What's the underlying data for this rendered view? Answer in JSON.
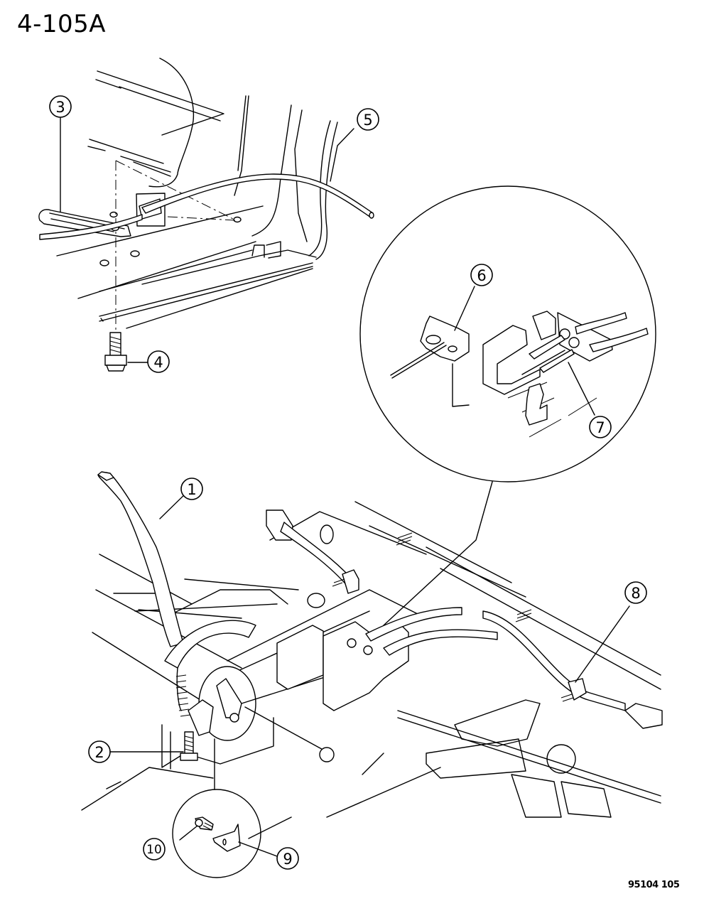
{
  "header": {
    "page_code": "4-105A"
  },
  "footer": {
    "figure_id": "95104 105"
  },
  "callouts": [
    {
      "id": "1",
      "label": "1"
    },
    {
      "id": "2",
      "label": "2"
    },
    {
      "id": "3",
      "label": "3"
    },
    {
      "id": "4",
      "label": "4"
    },
    {
      "id": "5",
      "label": "5"
    },
    {
      "id": "6",
      "label": "6"
    },
    {
      "id": "7",
      "label": "7"
    },
    {
      "id": "8",
      "label": "8"
    },
    {
      "id": "9",
      "label": "9"
    },
    {
      "id": "10",
      "label": "10"
    }
  ],
  "colors": {
    "ink": "#000000",
    "paper": "#ffffff"
  }
}
